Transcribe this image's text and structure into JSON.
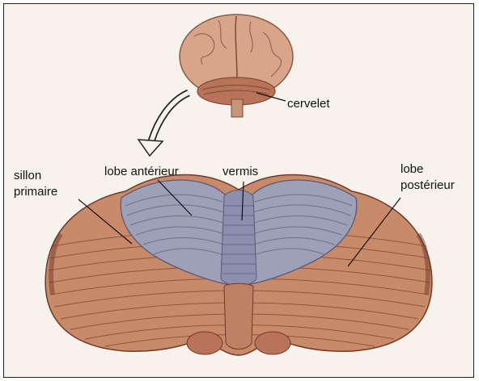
{
  "labels": {
    "cervelet": "cervelet",
    "sillon_primaire_line1": "sillon",
    "sillon_primaire_line2": "primaire",
    "lobe_anterieur": "lobe antérieur",
    "vermis": "vermis",
    "lobe_posterieur_line1": "lobe",
    "lobe_posterieur_line2": "postérieur"
  },
  "colors": {
    "background": "#f7f3ec",
    "border": "#222222",
    "cerebellum_outer": "#c98a6a",
    "cerebellum_folia": "#8a4a34",
    "anterior_lobe": "#9ea0b8",
    "brain": "#d9a58a"
  }
}
